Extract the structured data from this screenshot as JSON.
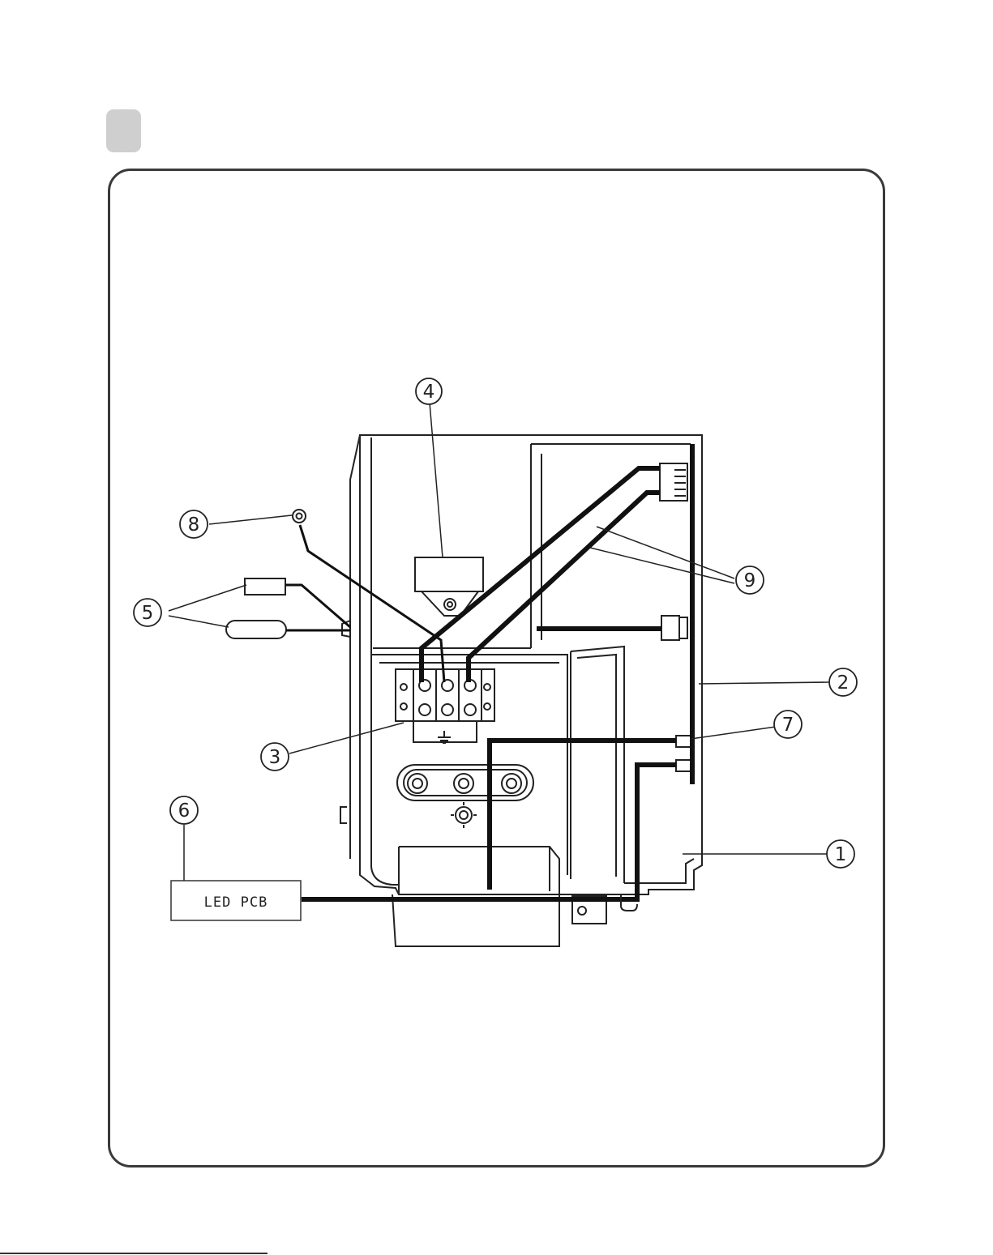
{
  "callouts": {
    "c1": "1",
    "c2": "2",
    "c3": "3",
    "c4": "4",
    "c5": "5",
    "c6": "6",
    "c7": "7",
    "c8": "8",
    "c9": "9"
  },
  "labels": {
    "led_pcb": "LED PCB"
  }
}
